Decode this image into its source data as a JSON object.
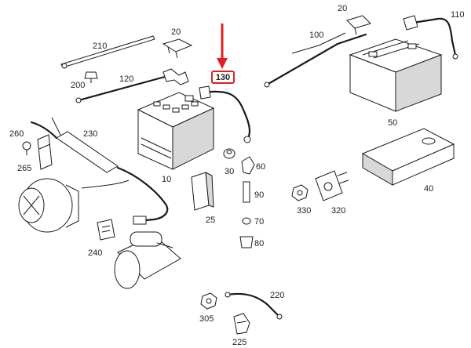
{
  "highlight_color": "#e02020",
  "highlighted_part": "130",
  "callouts": {
    "c210": "210",
    "c20a": "20",
    "c20b": "20",
    "c110": "110",
    "c100": "100",
    "c120": "120",
    "c200": "200",
    "c130": "130",
    "c50": "50",
    "c260": "260",
    "c230": "230",
    "c265": "265",
    "c10": "10",
    "c30": "30",
    "c60": "60",
    "c40": "40",
    "c90": "90",
    "c330": "330",
    "c320": "320",
    "c25": "25",
    "c70": "70",
    "c240": "240",
    "c80": "80",
    "c220": "220",
    "c305": "305",
    "c225": "225"
  }
}
